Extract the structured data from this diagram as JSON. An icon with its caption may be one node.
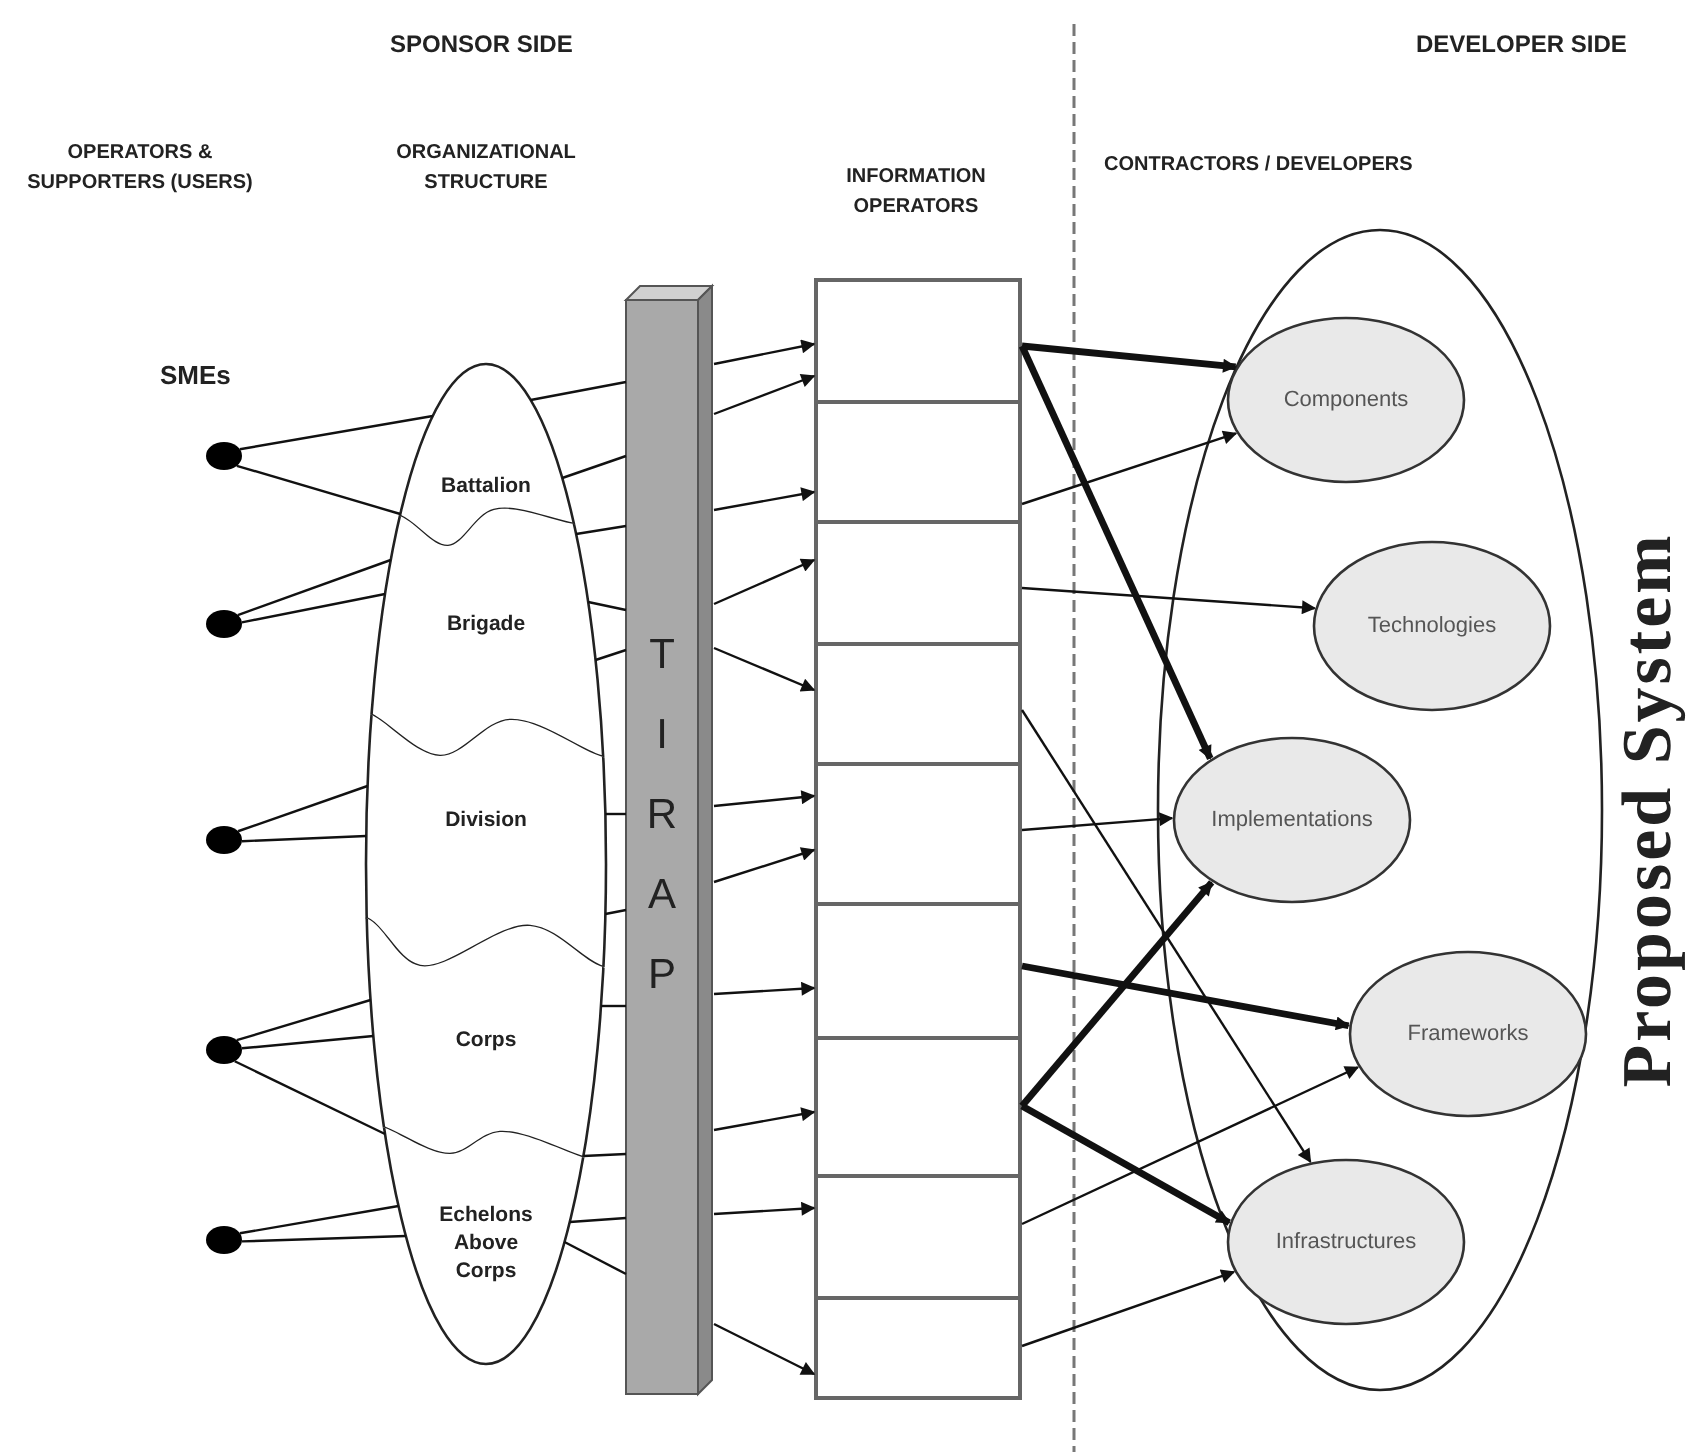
{
  "diagram": {
    "nodes": [
      {
        "text": [],
        "shape": "circle",
        "beside": [
          "SMEs"
        ]
      },
      {
        "text": [],
        "shape": "circle"
      },
      {
        "text": [],
        "shape": "circle"
      },
      {
        "text": [],
        "shape": "circle"
      },
      {
        "text": [],
        "shape": "circle"
      },
      {
        "text": [
          "Battalion"
        ]
      },
      {
        "text": [
          "Brigade"
        ]
      },
      {
        "text": [
          "Division"
        ]
      },
      {
        "text": [
          "Corps"
        ]
      },
      {
        "text": [
          "Echelons Above Corps"
        ]
      },
      {
        "text": [
          "TIRAP"
        ]
      },
      {
        "text": [],
        "shape": "box"
      },
      {
        "text": [],
        "shape": "box"
      },
      {
        "text": [],
        "shape": "box"
      },
      {
        "text": [],
        "shape": "box"
      },
      {
        "text": [],
        "shape": "box"
      },
      {
        "text": [],
        "shape": "box"
      },
      {
        "text": [],
        "shape": "box"
      },
      {
        "text": [],
        "shape": "box"
      },
      {
        "text": [],
        "shape": "box"
      },
      {
        "text": [
          "Proposed System"
        ]
      },
      {
        "text": [
          "Components"
        ],
        "in": 20
      },
      {
        "text": [
          "Technologies"
        ],
        "in": 20
      },
      {
        "text": [
          "Implementations"
        ],
        "in": 20
      },
      {
        "text": [
          "Frameworks"
        ],
        "in": 20
      },
      {
        "text": [
          "Infrastructures"
        ],
        "in": 20
      }
    ],
    "edges": [
      {
        "from": 0,
        "to": 5,
        "arrow": "none"
      },
      {
        "from": 0,
        "to": 5,
        "arrow": "none"
      },
      {
        "from": 1,
        "to": 6,
        "arrow": "none"
      },
      {
        "from": 1,
        "to": 6,
        "arrow": "none"
      },
      {
        "from": 2,
        "to": 7,
        "arrow": "none"
      },
      {
        "from": 2,
        "to": 7,
        "arrow": "none"
      },
      {
        "from": 3,
        "to": 8,
        "arrow": "none"
      },
      {
        "from": 3,
        "to": 8,
        "arrow": "none"
      },
      {
        "from": 3,
        "to": 8,
        "arrow": "none"
      },
      {
        "from": 4,
        "to": 9,
        "arrow": "none"
      },
      {
        "from": 4,
        "to": 9,
        "arrow": "none"
      },
      {
        "from": 5,
        "to": 10,
        "arrow": "none"
      },
      {
        "from": 5,
        "to": 10,
        "arrow": "none"
      },
      {
        "from": 6,
        "to": 10,
        "arrow": "none"
      },
      {
        "from": 6,
        "to": 10,
        "arrow": "none"
      },
      {
        "from": 6,
        "to": 10,
        "arrow": "none"
      },
      {
        "from": 7,
        "to": 10,
        "arrow": "none"
      },
      {
        "from": 7,
        "to": 10,
        "arrow": "none"
      },
      {
        "from": 8,
        "to": 10,
        "arrow": "none"
      },
      {
        "from": 8,
        "to": 10,
        "arrow": "none"
      },
      {
        "from": 9,
        "to": 10,
        "arrow": "none"
      },
      {
        "from": 9,
        "to": 10,
        "arrow": "none"
      },
      {
        "from": 10,
        "to": 11,
        "arrow": "to"
      },
      {
        "from": 10,
        "to": 11,
        "arrow": "to"
      },
      {
        "from": 10,
        "to": 12,
        "arrow": "to"
      },
      {
        "from": 10,
        "to": 13,
        "arrow": "to"
      },
      {
        "from": 10,
        "to": 14,
        "arrow": "to"
      },
      {
        "from": 10,
        "to": 15,
        "arrow": "to"
      },
      {
        "from": 10,
        "to": 15,
        "arrow": "to"
      },
      {
        "from": 10,
        "to": 16,
        "arrow": "to"
      },
      {
        "from": 10,
        "to": 17,
        "arrow": "to"
      },
      {
        "from": 10,
        "to": 18,
        "arrow": "to"
      },
      {
        "from": 10,
        "to": 19,
        "arrow": "to"
      },
      {
        "from": 11,
        "to": 21,
        "arrow": "to",
        "style": "thick"
      },
      {
        "from": 11,
        "to": 23,
        "arrow": "to",
        "style": "thick"
      },
      {
        "from": 12,
        "to": 21,
        "arrow": "to"
      },
      {
        "from": 13,
        "to": 22,
        "arrow": "to"
      },
      {
        "from": 14,
        "to": 25,
        "arrow": "to"
      },
      {
        "from": 15,
        "to": 23,
        "arrow": "to"
      },
      {
        "from": 16,
        "to": 24,
        "arrow": "to",
        "style": "thick"
      },
      {
        "from": 17,
        "to": 23,
        "arrow": "to",
        "style": "thick"
      },
      {
        "from": 17,
        "to": 25,
        "arrow": "to",
        "style": "thick"
      },
      {
        "from": 18,
        "to": 24,
        "arrow": "to"
      },
      {
        "from": 19,
        "to": 25,
        "arrow": "to"
      }
    ],
    "labels": [
      "SPONSOR SIDE",
      "DEVELOPER SIDE",
      "OPERATORS & SUPPORTERS (USERS)",
      "ORGANIZATIONAL STRUCTURE",
      "INFORMATION OPERATORS",
      "CONTRACTORS / DEVELOPERS"
    ]
  }
}
